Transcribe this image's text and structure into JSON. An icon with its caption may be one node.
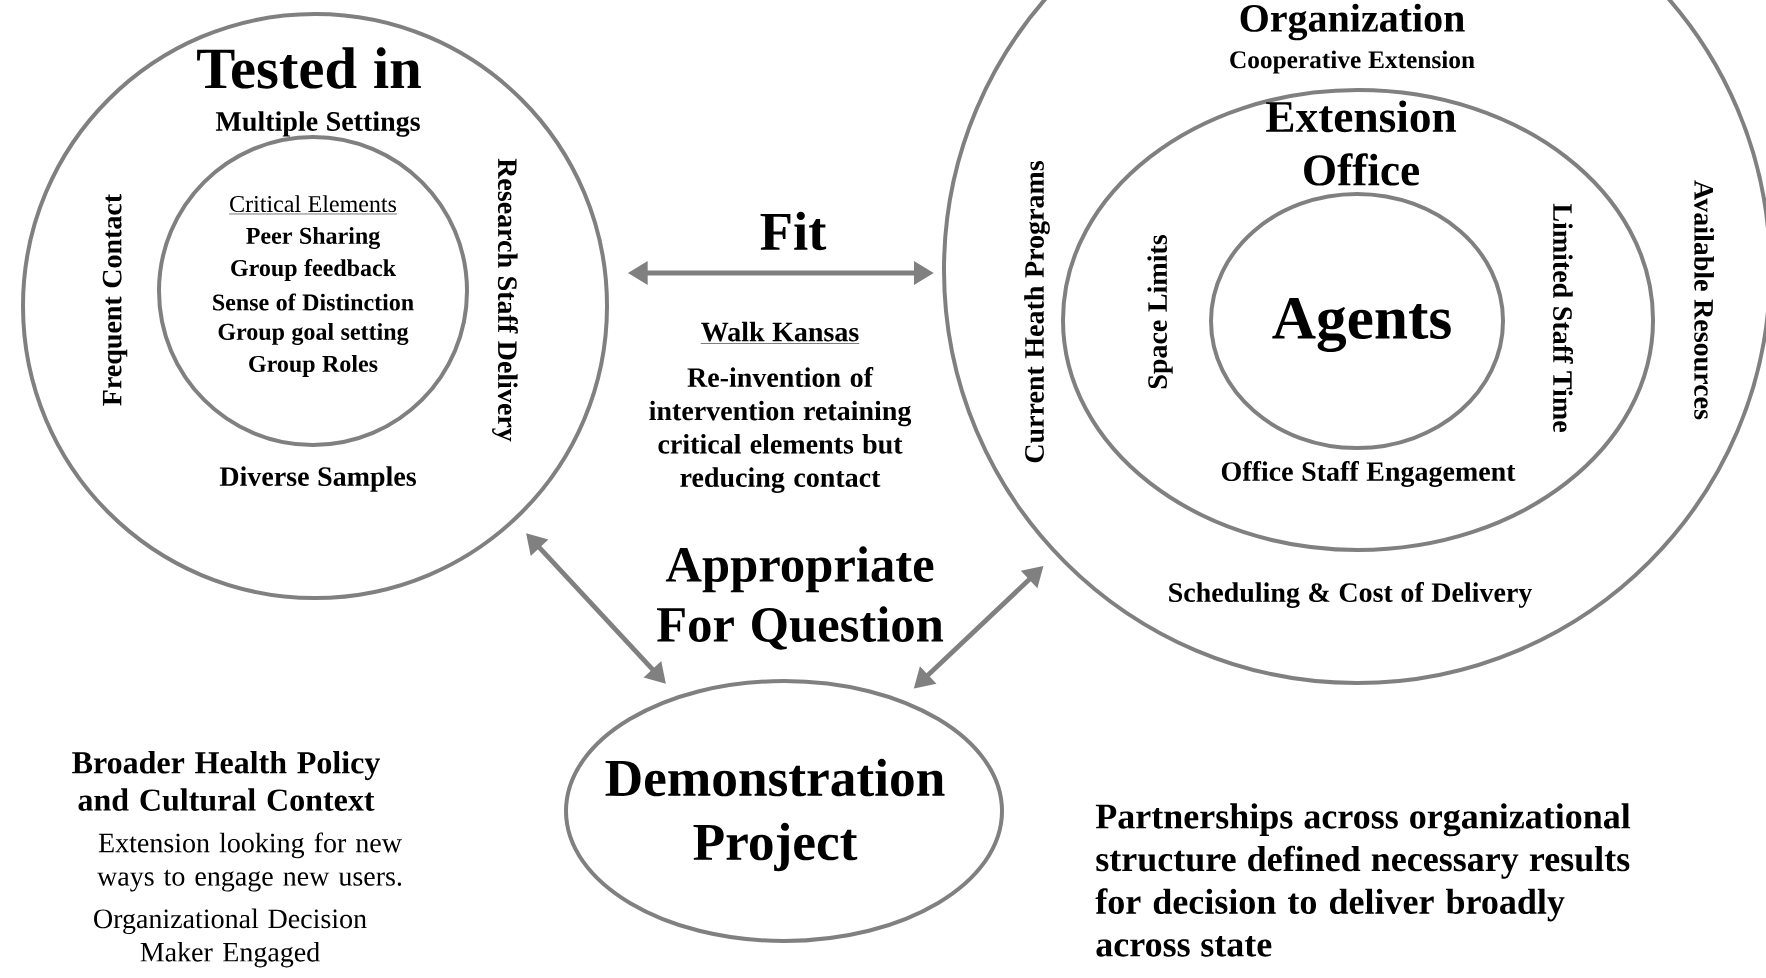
{
  "diagram": {
    "nodes": [
      {
        "text": [
          "Tested in",
          "Multiple Settings",
          "Frequent Contact",
          "Research Staff Delivery",
          "Diverse Samples"
        ]
      },
      {
        "text": [
          "Critical Elements",
          "Peer Sharing",
          "Group feedback",
          "Sense of Distinction",
          "Group goal setting",
          "Group Roles"
        ],
        "in": 0
      },
      {
        "text": [
          "Organization",
          "Cooperative Extension",
          "Current Heath Programs",
          "Available Resources",
          "Scheduling & Cost of Delivery"
        ]
      },
      {
        "text": [
          "Extension Office",
          "Space Limits",
          "Limited Staff Time",
          "Office Staff Engagement"
        ],
        "in": 2
      },
      {
        "text": [
          "Agents"
        ],
        "in": 3
      },
      {
        "text": [
          "Demonstration Project"
        ]
      }
    ],
    "edges": [
      {
        "from": 0,
        "to": 2,
        "arrow": "both",
        "label": "Fit"
      },
      {
        "from": 0,
        "to": 5,
        "arrow": "both"
      },
      {
        "from": 5,
        "to": 2,
        "arrow": "both"
      }
    ],
    "labels": [
      "Walk Kansas",
      "Re-invention of intervention retaining critical elements but reducing contact",
      "Appropriate For Question",
      "Broader Health Policy and Cultural Context",
      "Extension looking for new ways to engage new users.",
      "Organizational Decision Maker Engaged",
      "Partnerships across organizational structure defined necessary results for decision to deliver broadly across state"
    ]
  }
}
